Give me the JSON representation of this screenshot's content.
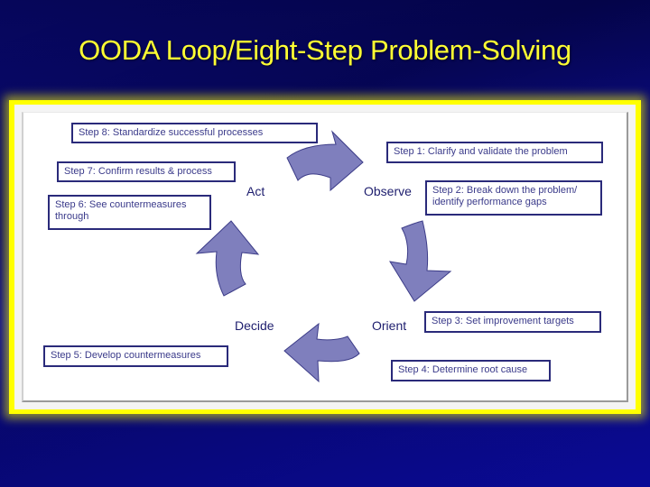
{
  "slide": {
    "title": "OODA Loop/Eight-Step Problem-Solving",
    "colors": {
      "background": "#0a0a8a",
      "title": "#ffff33",
      "frame": "#ffff00",
      "box_border": "#2a2a7a",
      "box_text": "#3a3a8a",
      "arrow_fill": "#7f7fbd"
    }
  },
  "diagram": {
    "phases": {
      "observe": "Observe",
      "orient": "Orient",
      "decide": "Decide",
      "act": "Act"
    },
    "steps": {
      "step1": "Step 1:  Clarify and validate the problem",
      "step2": "Step 2: Break down the problem/ identify performance gaps",
      "step3": "Step 3: Set improvement targets",
      "step4": "Step 4: Determine root cause",
      "step5": "Step 5: Develop countermeasures",
      "step6": "Step 6: See countermeasures through",
      "step7": "Step 7: Confirm results & process",
      "step8": "Step 8: Standardize successful processes"
    },
    "arrows": [
      {
        "from": "Act",
        "to": "Observe",
        "icon": "curved-arrow-right"
      },
      {
        "from": "Observe",
        "to": "Orient",
        "icon": "curved-arrow-down"
      },
      {
        "from": "Orient",
        "to": "Decide",
        "icon": "curved-arrow-left"
      },
      {
        "from": "Decide",
        "to": "Act",
        "icon": "curved-arrow-up"
      }
    ]
  }
}
